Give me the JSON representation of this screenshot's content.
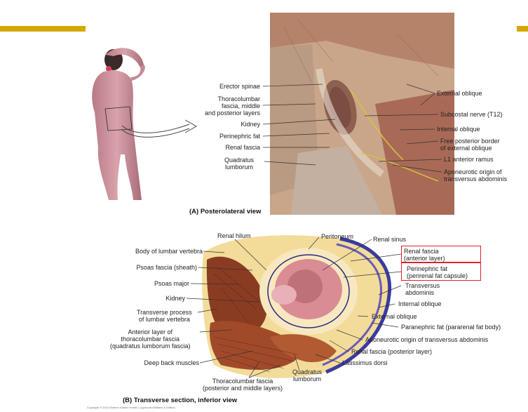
{
  "colors": {
    "accent": "#d4a800",
    "highlight": "#e0202a",
    "leader": "#333333"
  },
  "panel_a": {
    "caption": "(A) Posterolateral view",
    "labels": {
      "erector_spinae": "Erector spinae",
      "thoracolumbar": "Thoracolumbar\nfascia, middle\nand posterior layers",
      "kidney": "Kidney",
      "perinephric_fat": "Perinephric fat",
      "renal_fascia": "Renal fascia",
      "quadratus": "Quadratus\nlumborum",
      "external_oblique": "External oblique",
      "subcostal_nerve": "Subcostal nerve (T12)",
      "internal_oblique": "Internal oblique",
      "free_border": "Free posterior border\nof external oblique",
      "l1_ramus": "L1 anterior ramus",
      "aponeurotic": "Aponeurotic origin of\ntransversus abdominis"
    }
  },
  "panel_b": {
    "caption": "(B) Transverse section, inferior view",
    "copyright": "Copyright © 2013 Wolters Kluwer Health | Lippincott Williams & Wilkins",
    "labels": {
      "renal_hilum": "Renal hilum",
      "peritoneum": "Peritoneum",
      "renal_sinus": "Renal sinus",
      "body_vertebra": "Body of lumbar vertebra",
      "renal_fascia_ant": "Renal fascia\n(anterior layer)",
      "psoas_fascia": "Psoas fascia (sheath)",
      "perinephric_capsule": "Perinephric fat\n(perirenal fat capsule)",
      "psoas_major": "Psoas major",
      "transversus": "Transversus\nabdominis",
      "kidney": "Kidney",
      "internal_oblique": "Internal oblique",
      "transverse_process": "Transverse process\nof lumbar vertebra",
      "external_oblique": "External oblique",
      "anterior_layer": "Anterior layer of\nthoracolumbar fascia\n(quadratus lumborum fascia)",
      "paranephric": "Paranephric fat (pararenal fat body)",
      "aponeurotic_b": "Aponeurotic origin of transversus abdominis",
      "renal_fascia_post": "Renal fascia (posterior layer)",
      "deep_back": "Deep back muscles",
      "latissimus": "Latissimus dorsi",
      "quadratus_b": "Quadratus\nlumborum",
      "thoracolumbar_b": "Thoracolumbar fascia\n(posterior and middle layers)"
    }
  }
}
